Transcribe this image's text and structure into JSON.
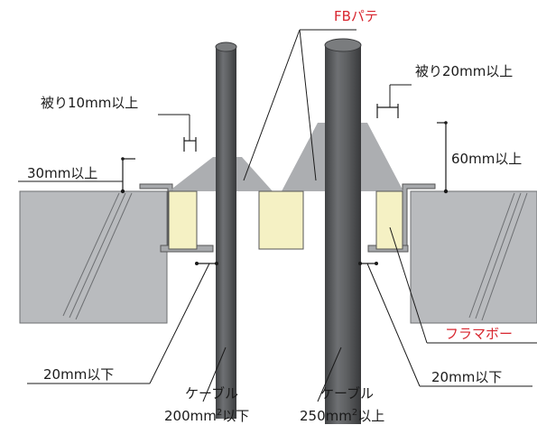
{
  "labels": {
    "fb_putty": "FBパテ",
    "cover_10": "被り10mm以上",
    "cover_20": "被り20mm以上",
    "dim_30": "30mm以上",
    "dim_60": "60mm以上",
    "gap_left": "20mm以下",
    "gap_right": "20mm以下",
    "flamabo": "フラマボー",
    "cable_left_name": "ケーブル",
    "cable_left_size_pre": "200mm",
    "cable_left_size_sup": "2",
    "cable_left_size_post": "以下",
    "cable_right_name": "ケーブル",
    "cable_right_size_pre": "250mm",
    "cable_right_size_sup": "2",
    "cable_right_size_post": "以上"
  },
  "colors": {
    "wall": "#b9bbbe",
    "wall_line": "#6d6f72",
    "frame": "#a7a9ac",
    "board": "#f5f1c4",
    "putty": "#a3a5a8",
    "cable": "#5a5c5e",
    "text": "#1a1a1a",
    "accent": "#d8262f"
  }
}
